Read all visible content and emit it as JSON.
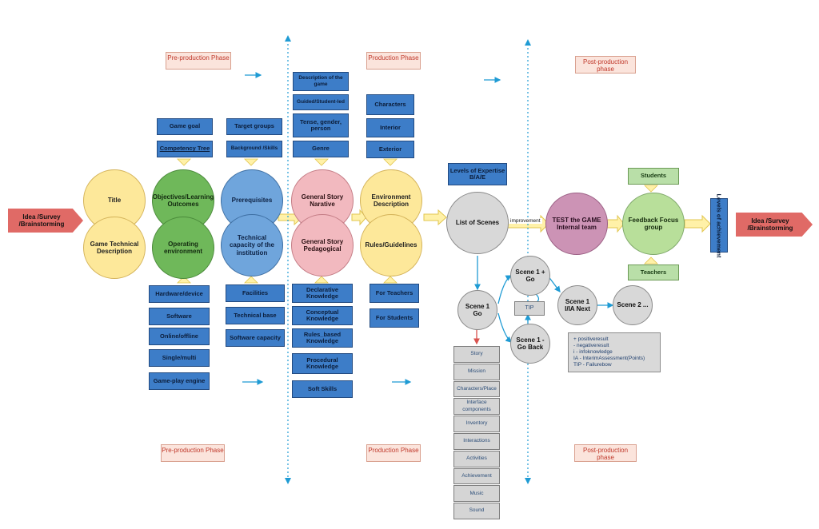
{
  "phases": {
    "pre_top": "Pre-production Phase",
    "prod_top": "Production Phase",
    "post_top": "Post-production phase",
    "pre_bottom": "Pre-production Phase",
    "prod_bottom": "Production Phase",
    "post_bottom": "Post-production phase"
  },
  "idea_left": "Idea /Survey /Brainstorming",
  "idea_right": "Idea /Survey /Brainstorming",
  "circles": {
    "title": "Title",
    "game_technical_description": "Game Technical Description",
    "objectives": "Objectives/Learning Outcomes",
    "operating_environment": "Operating environment",
    "prerequisites": "Prerequisites",
    "technical_capacity": "Technical capacity of the institution",
    "general_story_narrative": "General Story Narative",
    "general_story_pedagogical": "General Story Pedagogical",
    "environment_description": "Environment Description",
    "rules_guidelines": "Rules/Guidelines",
    "list_of_scenes": "List of Scenes",
    "test_the_game": "TEST the GAME Internal team",
    "feedback_focus_group": "Feedback Focus group",
    "scene1_go": "Scene 1 Go",
    "scene1_plus_go": "Scene 1 + Go",
    "scene1_minus_goback": "Scene 1 - Go Back",
    "scene1_ia_next": "Scene 1 I/IA Next",
    "scene2": "Scene 2 ..."
  },
  "top_boxes": {
    "game_goal": "Game goal",
    "competency_tree": "Competency Tree",
    "target_groups": "Target groups",
    "background_skills": "Background /Skills",
    "description_of_game": "Description of the game",
    "guided_student_led": "Guided/Student-led",
    "tense_gender_person": "Tense, gender, person",
    "genre": "Genre",
    "characters": "Characters",
    "interior": "Interior",
    "exterior": "Exterior",
    "levels_of_expertise": "Levels of Expertise B/A/E",
    "students": "Students"
  },
  "bottom_boxes": {
    "hardware_device": "Hardware/device",
    "software": "Software",
    "online_offline": "Online/offline",
    "single_multi": "Single/multi",
    "gameplay_engine": "Game-play engine",
    "facilities": "Facilities",
    "technical_base": "Technical base",
    "software_capacity": "Software capacity",
    "declarative_knowledge": "Declarative Knowledge",
    "conceptual_knowledge": "Conceptual Knowledge",
    "rules_based_knowledge": "Rules_based Knowledge",
    "procedural_knowledge": "Procedural Knowledge",
    "soft_skills": "Soft Skills",
    "for_teachers": "For Teachers",
    "for_students": "For Students",
    "teachers": "Teachers"
  },
  "scene_list": [
    "Story",
    "Mission",
    "Characters/Place",
    "Interface components",
    "Inventory",
    "Interactions",
    "Activities",
    "Achievement",
    "Music",
    "Sound"
  ],
  "tip_box": "TIP",
  "improvement_label": "improvement",
  "levels_of_achievement": "Levels of achievement",
  "legend": {
    "line1": "+ positiveresult",
    "line2": "- negativeresult",
    "line3": "i - infoknowledge",
    "line4": "IA - InterimAssessment(Points)",
    "line5": "TIP - Failurebow"
  },
  "colors": {
    "blue_box": "#3d7dc8",
    "yellow_circle": "#fde89a",
    "green_circle": "#6fb85a",
    "pink_circle": "#f2b9bf",
    "arrow_fill": "#fff1a8",
    "connector": "#1f9bd4",
    "idea_arrow": "#e06a66"
  }
}
